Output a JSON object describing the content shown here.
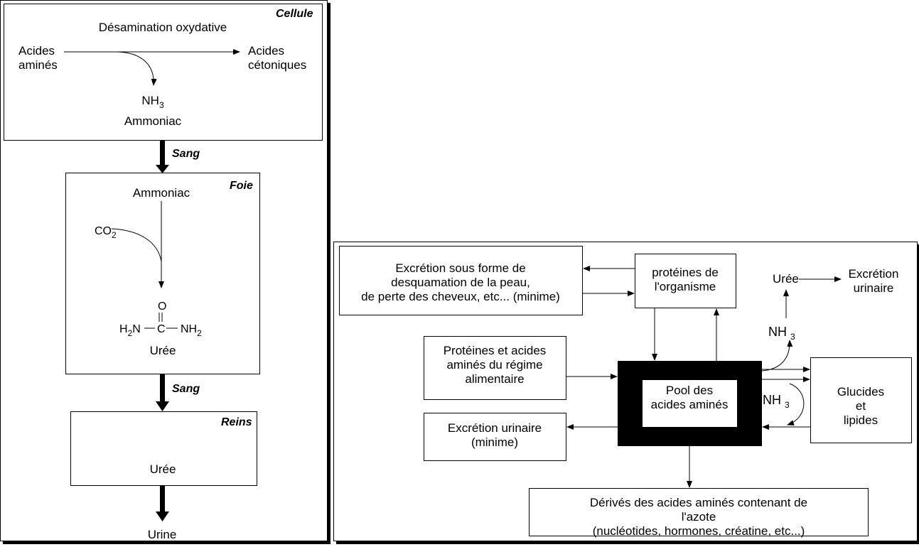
{
  "left": {
    "cellule": {
      "label": "Cellule",
      "process": "Désamination oxydative",
      "substrate": "Acides\naminés",
      "product": "Acides\ncétoniques",
      "nh3_base": "NH",
      "nh3_sub": "3",
      "ammonia": "Ammoniac"
    },
    "sang1": "Sang",
    "foie": {
      "label": "Foie",
      "ammonia": "Ammoniac",
      "co2_base": "CO",
      "co2_sub": "2",
      "urea_o": "O",
      "urea_h2n_base": "H",
      "urea_h2n_sub": "2",
      "urea_n_left": "N",
      "urea_c": "C",
      "urea_nh_base": "NH",
      "urea_nh_sub": "2",
      "urea": "Urée"
    },
    "sang2": "Sang",
    "reins": {
      "label": "Reins",
      "urea": "Urée"
    },
    "urine": "Urine"
  },
  "right": {
    "excretion_skin": "Excrétion sous forme de\ndesquamation de la peau,\nde perte des cheveux, etc... (minime)",
    "proteins_org": "protéines de\nl'organisme",
    "diet": "Protéines et acides\naminés du régime\nalimentaire",
    "pool": "Pool des\nacides aminés",
    "urinary_min": "Excrétion urinaire\n(minime)",
    "glucides": "Glucides et\nlipides",
    "derives": "Dérivés des acides aminés contenant de l'azote\n(nucléotides, hormones, créatine, etc...)",
    "uree": "Urée",
    "excretion_urinaire": "Excrétion\nurinaire",
    "nh3_a": "NH",
    "nh3_a_sub": "3",
    "nh3_b": "NH",
    "nh3_b_sub": "3"
  }
}
